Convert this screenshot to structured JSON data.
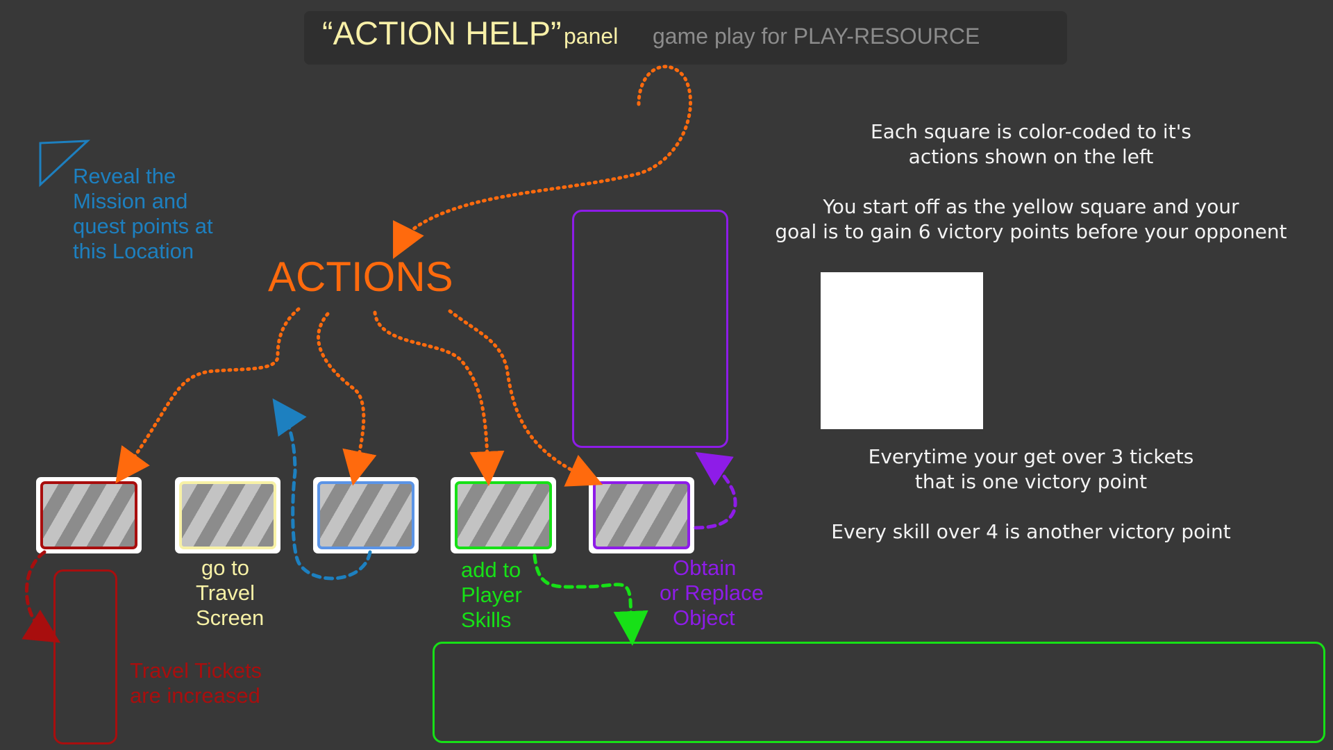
{
  "header": {
    "title": "“ACTION HELP”",
    "panel_word": "panel",
    "subtitle": "game play for PLAY-RESOURCE"
  },
  "actions_title": "ACTIONS",
  "reveal_note": "Reveal the Mission and quest points at this Location",
  "info": {
    "line1": "Each square is color-coded to it's",
    "line2": "actions shown on the left",
    "line3": "You start off as the yellow square and your",
    "line4": "goal is to gain 6 victory points before your opponent",
    "line5": "Everytime your get over 3 tickets",
    "line6": "that is one victory point",
    "line7": "Every skill over 4 is another victory point"
  },
  "tiles": [
    {
      "name": "red",
      "color": "#a80e0e"
    },
    {
      "name": "yellow",
      "color": "#f7f1a6"
    },
    {
      "name": "blue",
      "color": "#5b94e6"
    },
    {
      "name": "green",
      "color": "#17e017"
    },
    {
      "name": "purple",
      "color": "#8e1ce8"
    }
  ],
  "labels": {
    "travel": [
      "go to",
      "Travel",
      "Screen"
    ],
    "skills": [
      "add to",
      "Player",
      "Skills"
    ],
    "object": [
      "Obtain",
      "or Replace",
      "Object"
    ],
    "tickets": [
      "Travel Tickets",
      "are increased"
    ]
  },
  "colors": {
    "background": "#383838",
    "orange": "#ff6a0d",
    "blue": "#1d80c0",
    "red": "#a80e0e",
    "yellow": "#f7f1a6",
    "green": "#17e017",
    "purple": "#8e1ce8"
  }
}
